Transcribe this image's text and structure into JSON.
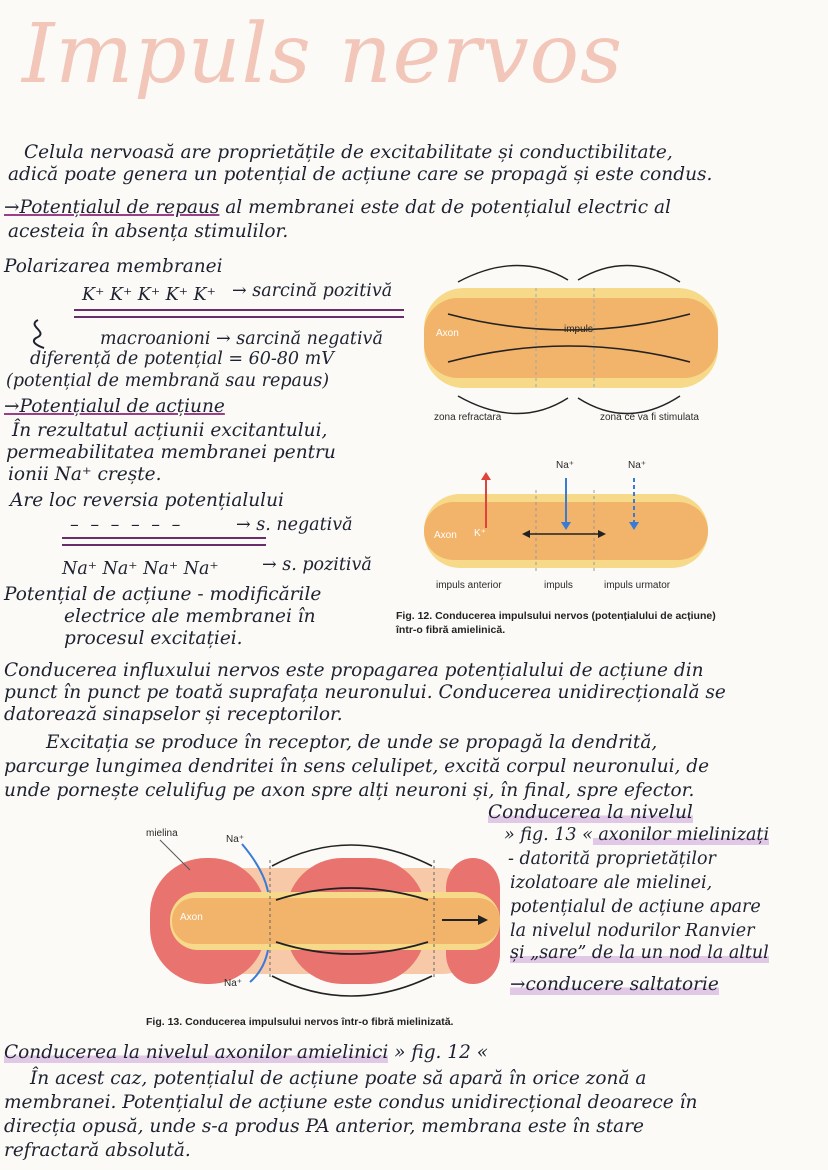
{
  "title": "Impuls nervos",
  "intro": {
    "line1": "Celula nervoasă are proprietățile de excitabilitate și conductibilitate,",
    "line2": "adică poate genera un potențial de acțiune care se propagă și este condus."
  },
  "resting": {
    "line1a": "→Potențialul de repaus",
    "line1b": " al membranei este dat de potențialul electric al",
    "line2": "acesteia în absența stimulilor."
  },
  "polarization": {
    "heading": "Polarizarea membranei",
    "ions_top": "K⁺  K⁺  K⁺  K⁺  K⁺",
    "arrow_top": "→ sarcină pozitivă",
    "anions": "macroanioni → sarcină negativă",
    "diff": "diferență de potențial = 60-80 mV",
    "membrane": "(potențial de membrană sau repaus)"
  },
  "action": {
    "heading": "→Potențialul de acțiune",
    "l1": "În rezultatul acțiunii excitantului,",
    "l2": "permeabilitatea membranei pentru",
    "l3": "ionii Na⁺ crește.",
    "reversal": "Are loc reversia potențialului",
    "neg_signs": "–  –  –  –  –  –",
    "neg_label": "→ s. negativă",
    "pos_ions": "Na⁺  Na⁺  Na⁺  Na⁺",
    "pos_label": "→ s. pozitivă",
    "def1": "Potențial de acțiune - modificările",
    "def2": "electrice ale membranei în",
    "def3": "procesul excitației."
  },
  "fig12": {
    "axon_label": "Axon",
    "impuls_label": "impuls",
    "zone_left": "zona refractara",
    "zone_right": "zona ce va fi stimulata",
    "na1": "Na⁺",
    "na2": "Na⁺",
    "k_label": "K⁺",
    "axon_label2": "Axon",
    "seg1": "impuls anterior",
    "seg2": "impuls",
    "seg3": "impuls urmator",
    "caption1": "Fig. 12. Conducerea impulsului nervos (potențialului de acțiune)",
    "caption2": "într-o fibră amielinică."
  },
  "conduction": {
    "l1": "Conducerea influxului nervos este propagarea potențialului de acțiune din",
    "l2": "punct în punct pe toată suprafața neuronului. Conducerea unidirecțională se",
    "l3": "datorează sinapselor și receptorilor.",
    "l4": "Excitația se produce în receptor, de unde se propagă la dendrită,",
    "l5": "parcurge lungimea dendritei în sens celulipet, excită corpul neuronului, de",
    "l6": "unde pornește celulifug pe axon spre alți neuroni și, în final, spre efector."
  },
  "myelinated": {
    "heading": "Conducerea la nivelul",
    "ref": "» fig. 13 «",
    "ref_b": " axonilor mielinizați",
    "l1": "- datorită proprietăților",
    "l2": "izolatoare ale mielinei,",
    "l3": "potențialul de acțiune apare",
    "l4": "la nivelul nodurilor Ranvier",
    "l5": "și „sare” de la un nod la altul",
    "result": "→conducere saltatorie"
  },
  "fig13": {
    "mielina": "mielina",
    "na_top": "Na⁺",
    "axon": "Axon",
    "na_bottom": "Na⁺",
    "caption": "Fig. 13. Conducerea impulsului nervos într-o fibră mielinizată."
  },
  "unmyelinated": {
    "heading": "Conducerea la nivelul axonilor amielinici",
    "ref": "» fig. 12 «",
    "l1": "În acest caz, potențialul de acțiune poate să apară în orice zonă a",
    "l2": "membranei. Potențialul de acțiune este condus unidirecțional deoarece în",
    "l3": "direcția opusă, unde s-a produs PA anterior, membrana este în stare",
    "l4": "refractară absolută."
  }
}
